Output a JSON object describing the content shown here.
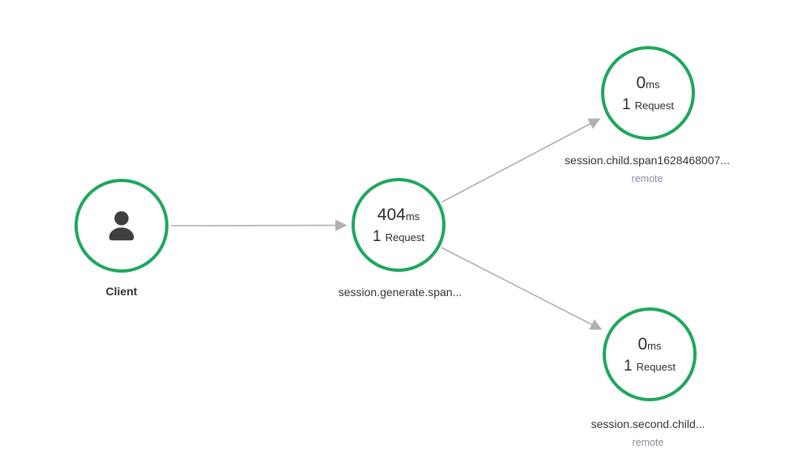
{
  "view": {
    "type": "service-map",
    "background": "#ffffff"
  },
  "colors": {
    "node_ring": "#1fa75d",
    "edge": "#b0b0b0",
    "metric_text": "#2d2d2d",
    "label_text": "#333333",
    "remote_text": "#8b8ba3",
    "person_icon": "#3f3f3f"
  },
  "nodes": {
    "client": {
      "label": "Client",
      "icon": "person-icon"
    },
    "generate": {
      "duration_value": "404",
      "duration_unit": "ms",
      "request_count": "1",
      "request_word": "Request",
      "name": "session.generate.span..."
    },
    "child": {
      "duration_value": "0",
      "duration_unit": "ms",
      "request_count": "1",
      "request_word": "Request",
      "name": "session.child.span1628468007...",
      "sublabel": "remote"
    },
    "second_child": {
      "duration_value": "0",
      "duration_unit": "ms",
      "request_count": "1",
      "request_word": "Request",
      "name": "session.second.child...",
      "sublabel": "remote"
    }
  },
  "edges": [
    {
      "from": "client",
      "to": "generate"
    },
    {
      "from": "generate",
      "to": "child"
    },
    {
      "from": "generate",
      "to": "second_child"
    }
  ]
}
